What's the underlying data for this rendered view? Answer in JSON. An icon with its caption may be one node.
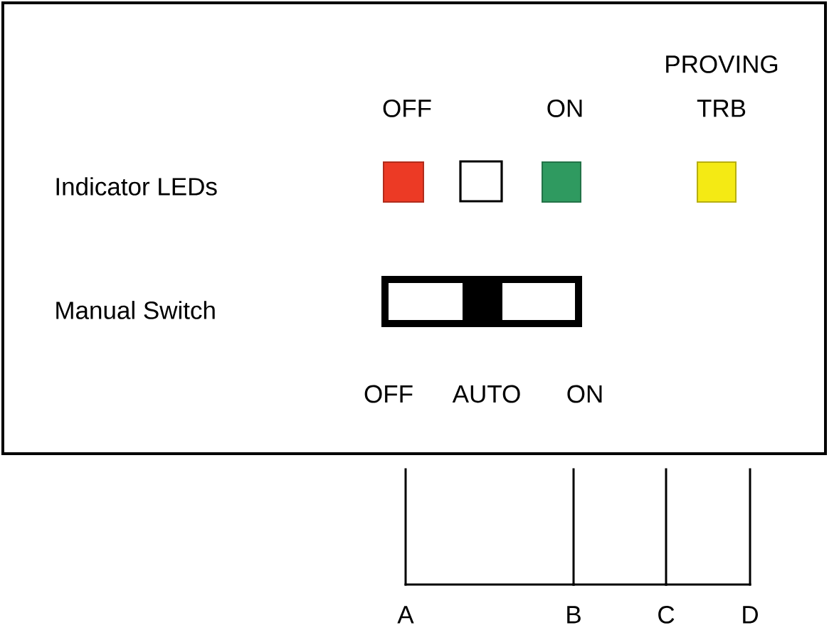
{
  "diagram": {
    "nodes": [
      {
        "text": [],
        "shape": "box"
      },
      {
        "text": [],
        "shape": "box",
        "in": 0,
        "beside": [
          "OFF"
        ]
      },
      {
        "text": [],
        "shape": "box",
        "in": 0
      },
      {
        "text": [],
        "shape": "box",
        "in": 0,
        "beside": [
          "ON"
        ]
      },
      {
        "text": [],
        "shape": "box",
        "in": 0,
        "beside": [
          "PROVING TRB"
        ]
      },
      {
        "text": [],
        "shape": "switch",
        "in": 0
      },
      {
        "text": [
          "A"
        ]
      },
      {
        "text": [
          "B"
        ]
      },
      {
        "text": [
          "C"
        ]
      },
      {
        "text": [
          "D"
        ]
      }
    ],
    "edges": [
      {
        "from": 0,
        "to": 6,
        "arrow": "none"
      },
      {
        "from": 0,
        "to": 7,
        "arrow": "none"
      },
      {
        "from": 0,
        "to": 8,
        "arrow": "none"
      },
      {
        "from": 0,
        "to": 9,
        "arrow": "none"
      },
      {
        "from": 6,
        "to": 7,
        "arrow": "none"
      },
      {
        "from": 7,
        "to": 8,
        "arrow": "none"
      },
      {
        "from": 8,
        "to": 9,
        "arrow": "none"
      }
    ],
    "labels": [
      "Indicator LEDs",
      "Manual Switch",
      "OFF",
      "AUTO",
      "ON"
    ]
  }
}
